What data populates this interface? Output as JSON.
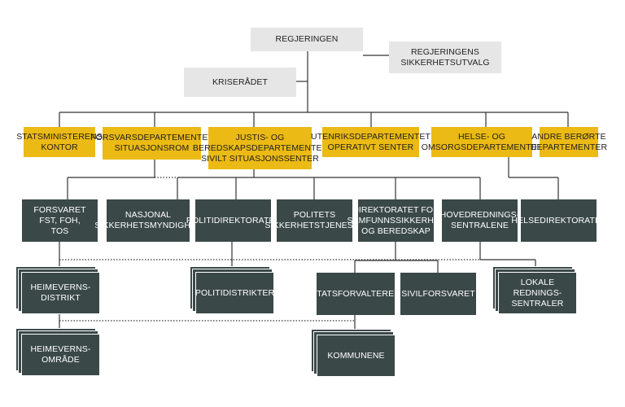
{
  "top": {
    "regjeringen": "REGJERINGEN",
    "sikkerhetsutvalg": "REGJERINGENS\nSIKKERHETSUTVALG",
    "kriseradet": "KRISERÅDET"
  },
  "departments": {
    "smk": "STATSMINISTERENS\nKONTOR",
    "fd": "FORSVARSDEPARTEMENTET\nSITUASJONSROM",
    "jd": "JUSTIS- OG\nBEREDSKAPSDEPARTEMENTET\nSIVILT SITUASJONSSENTER",
    "ud": "UTENRIKSDEPARTEMENTET\nOPERATIVT SENTER",
    "hod": "HELSE- OG\nOMSORGSDEPARTEMENTET",
    "andre": "ANDRE BERØRTE\nDEPARTEMENTER"
  },
  "agencies": {
    "forsvaret": "FORSVARET\nFST, FOH,\nTOS",
    "nsm": "NASJONAL\nSIKKERHETSMYNDIGHET",
    "pod": "POLITIDIREKTORATET",
    "pst": "POLITETS\nSIKKERHETSTJENESTE",
    "dsb": "DIREKTORATET FOR\nSAMFUNNSSIKKERHET\nOG BEREDSKAP",
    "hrs": "HOVEDREDNINGS-\nSENTRALENE",
    "hdir": "HELSEDIREKTORATET"
  },
  "level3": {
    "hv_distrikt": "HEIMEVERNS-\nDISTRIKT",
    "politidistrikter": "POLITIDISTRIKTER",
    "statsforvalteren": "STATSFORVALTEREN",
    "sivilforsvaret": "SIVILFORSVARET",
    "lrs": "LOKALE REDNINGS-\nSENTRALER"
  },
  "level4": {
    "hv_omrade": "HEIMEVERNS-\nOMRÅDE",
    "kommunene": "KOMMUNENE"
  },
  "colors": {
    "government": "#e6e6e6",
    "department": "#ebba14",
    "agency": "#3b4848",
    "line": "#333333"
  }
}
